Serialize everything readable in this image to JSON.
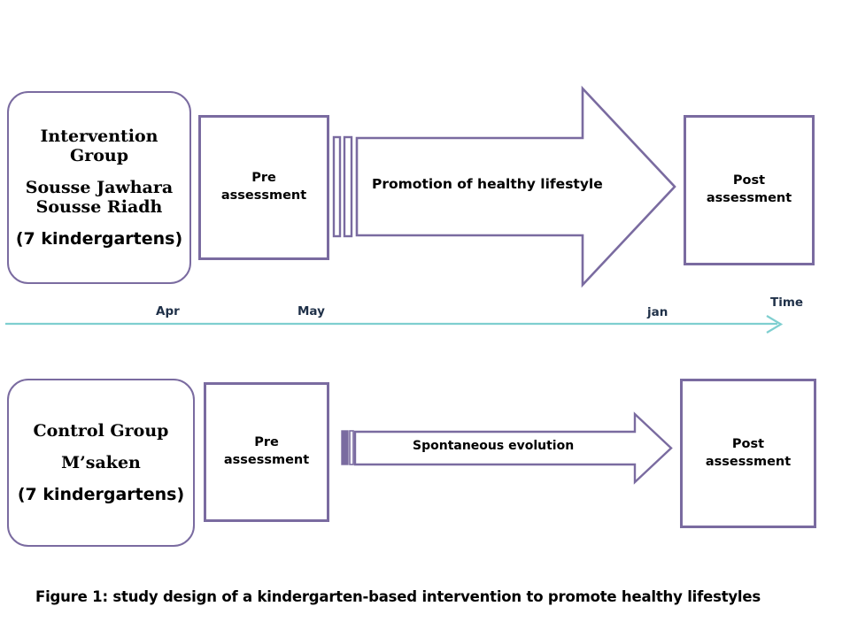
{
  "figure": {
    "caption": "Figure 1: study design of a kindergarten-based intervention to promote healthy lifestyles",
    "colors": {
      "box_border_purple": "#7a6ba0",
      "arrow_outline_purple": "#7a6ba0",
      "arrow_fill": "#ffffff",
      "timeline_line": "#7fcfd0",
      "timeline_label_text": "#1f3048",
      "text_black": "#000000",
      "background": "#ffffff"
    }
  },
  "intervention_row": {
    "group_box": {
      "title_line1": "Intervention",
      "title_line2": "Group",
      "site_line1": "Sousse Jawhara",
      "site_line2": "Sousse Riadh",
      "count_line": "(7 kindergartens)"
    },
    "pre_box": {
      "line1": "Pre",
      "line2": "assessment"
    },
    "arrow_label": "Promotion of healthy lifestyle",
    "post_box": {
      "line1": "Post",
      "line2": "assessment"
    }
  },
  "timeline": {
    "ticks": [
      {
        "label": "Apr"
      },
      {
        "label": "May"
      },
      {
        "label": "jan"
      }
    ],
    "axis_label": "Time"
  },
  "control_row": {
    "group_box": {
      "title_line1": "Control Group",
      "site_line1": "M’saken",
      "count_line": "(7 kindergartens)"
    },
    "pre_box": {
      "line1": "Pre",
      "line2": "assessment"
    },
    "arrow_label": "Spontaneous evolution",
    "post_box": {
      "line1": "Post",
      "line2": "assessment"
    }
  }
}
